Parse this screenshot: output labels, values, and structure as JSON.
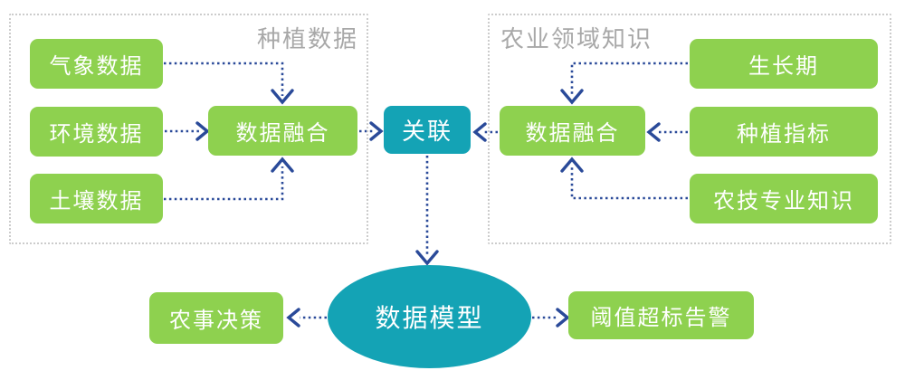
{
  "colors": {
    "green": "#8ed14f",
    "teal": "#14a3b5",
    "arrow": "#2a4a99",
    "frame": "#cccccc",
    "frame_label": "#a8a8a8",
    "node_text": "#ffffff",
    "background": "#ffffff"
  },
  "planting_group": {
    "title": "种植数据",
    "weather": "气象数据",
    "environment": "环境数据",
    "soil": "土壤数据",
    "fusion": "数据融合"
  },
  "knowledge_group": {
    "title": "农业领域知识",
    "growth": "生长期",
    "indicator": "种植指标",
    "expertise": "农技专业知识",
    "fusion": "数据融合"
  },
  "association": "关联",
  "data_model": "数据模型",
  "farming_decision": "农事决策",
  "threshold_alarm": "阈值超标告警",
  "edges": [
    {
      "from": "气象数据",
      "to": "数据融合(种植数据)",
      "style": "dotted-arrow"
    },
    {
      "from": "环境数据",
      "to": "数据融合(种植数据)",
      "style": "dotted-arrow"
    },
    {
      "from": "土壤数据",
      "to": "数据融合(种植数据)",
      "style": "dotted-arrow"
    },
    {
      "from": "数据融合(种植数据)",
      "to": "关联",
      "style": "dotted-arrow"
    },
    {
      "from": "生长期",
      "to": "数据融合(农业领域知识)",
      "style": "dotted-arrow"
    },
    {
      "from": "种植指标",
      "to": "数据融合(农业领域知识)",
      "style": "dotted-arrow"
    },
    {
      "from": "农技专业知识",
      "to": "数据融合(农业领域知识)",
      "style": "dotted-arrow"
    },
    {
      "from": "数据融合(农业领域知识)",
      "to": "关联",
      "style": "dotted-arrow"
    },
    {
      "from": "关联",
      "to": "数据模型",
      "style": "dotted-arrow"
    },
    {
      "from": "数据模型",
      "to": "农事决策",
      "style": "dotted-arrow"
    },
    {
      "from": "数据模型",
      "to": "阈值超标告警",
      "style": "dotted-arrow"
    }
  ]
}
